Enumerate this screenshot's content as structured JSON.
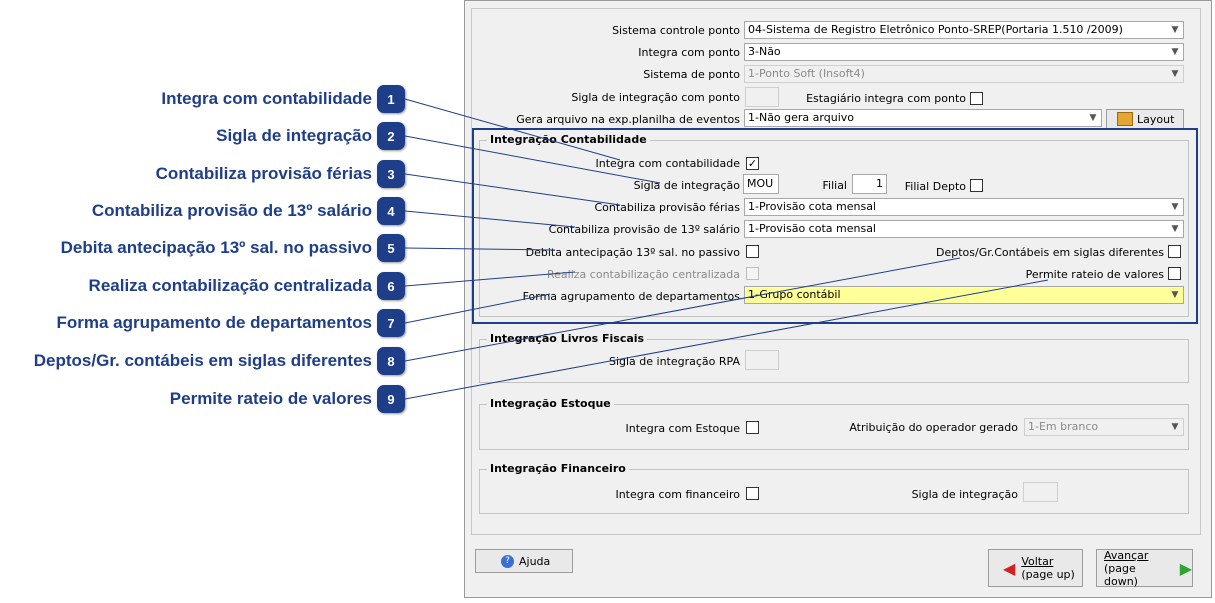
{
  "callouts": [
    {
      "num": "1",
      "text": "Integra com contabilidade"
    },
    {
      "num": "2",
      "text": "Sigla de integração"
    },
    {
      "num": "3",
      "text": "Contabiliza provisão férias"
    },
    {
      "num": "4",
      "text": "Contabiliza provisão de 13º salário"
    },
    {
      "num": "5",
      "text": "Debita antecipação 13º sal. no passivo"
    },
    {
      "num": "6",
      "text": "Realiza contabilização centralizada"
    },
    {
      "num": "7",
      "text": "Forma agrupamento de departamentos"
    },
    {
      "num": "8",
      "text": "Deptos/Gr. contábeis em siglas diferentes"
    },
    {
      "num": "9",
      "text": "Permite rateio de valores"
    }
  ],
  "top": {
    "sistema_label": "Sistema controle ponto",
    "sistema_value": "04-Sistema de Registro Eletrônico Ponto-SREP(Portaria 1.510 /2009)",
    "integra_ponto_label": "Integra com ponto",
    "integra_ponto_value": "3-Não",
    "sistema_ponto_label": "Sistema de ponto",
    "sistema_ponto_value": "1-Ponto Soft (Insoft4)",
    "sigla_ponto_label": "Sigla de integração com ponto",
    "sigla_ponto_value": "",
    "estagiario_label": "Estagiário integra com ponto",
    "gera_arquivo_label": "Gera arquivo na exp.planilha de eventos",
    "gera_arquivo_value": "1-Não gera arquivo",
    "layout_button": "Layout"
  },
  "contabilidade": {
    "title": "Integração Contabilidade",
    "integra_label": "Integra com contabilidade",
    "integra_checked": "✓",
    "sigla_label": "Sigla de integração",
    "sigla_value": "MOU",
    "filial_label": "Filial",
    "filial_value": "1",
    "filial_depto_label": "Filial Depto",
    "ferias_label": "Contabiliza provisão férias",
    "ferias_value": "1-Provisão cota mensal",
    "decimo_label": "Contabiliza provisão de 13º salário",
    "decimo_value": "1-Provisão cota mensal",
    "debita_label": "Debita antecipação 13º sal. no passivo",
    "deptos_label": "Deptos/Gr.Contábeis em siglas diferentes",
    "realiza_label": "Realiza contabilização centralizada",
    "rateio_label": "Permite rateio de valores",
    "forma_label": "Forma agrupamento de departamentos",
    "forma_value": "1-Grupo contábil"
  },
  "livros": {
    "title": "Integração Livros Fiscais",
    "sigla_rpa_label": "Sigla de integração RPA",
    "sigla_rpa_value": ""
  },
  "estoque": {
    "title": "Integração Estoque",
    "integra_label": "Integra com Estoque",
    "atribuicao_label": "Atribuição do operador gerado",
    "atribuicao_value": "1-Em branco"
  },
  "financeiro": {
    "title": "Integração Financeiro",
    "integra_label": "Integra com financeiro",
    "sigla_label": "Sigla de integração",
    "sigla_value": ""
  },
  "footer": {
    "ajuda": "Ajuda",
    "voltar": "Voltar",
    "voltar_hint": "(page up)",
    "avancar": "Avançar",
    "avancar_hint": "(page down)"
  },
  "colors": {
    "callout": "#1f3e8a",
    "highlight_box": "#1f3e8a",
    "yellow_field": "#ffff99"
  }
}
